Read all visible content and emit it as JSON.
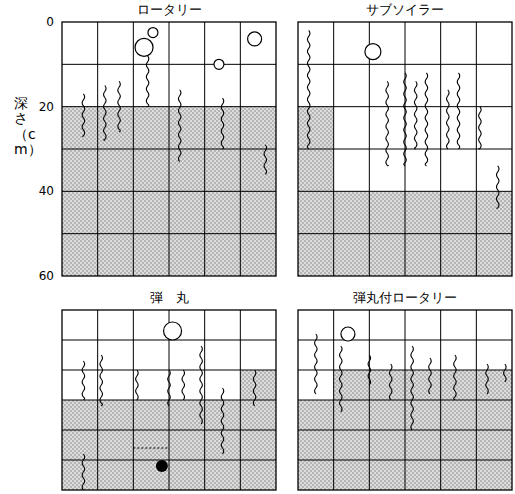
{
  "diagram": {
    "nodes": [
      {
        "text": [
          "ロータリー"
        ]
      },
      {
        "text": [
          "サブソイラー"
        ]
      },
      {
        "text": [
          "弾　丸"
        ]
      },
      {
        "text": [
          "弾丸付ロータリー"
        ]
      }
    ],
    "labels": [
      "0",
      "20",
      "40",
      "60",
      "深さ（cm）"
    ]
  }
}
